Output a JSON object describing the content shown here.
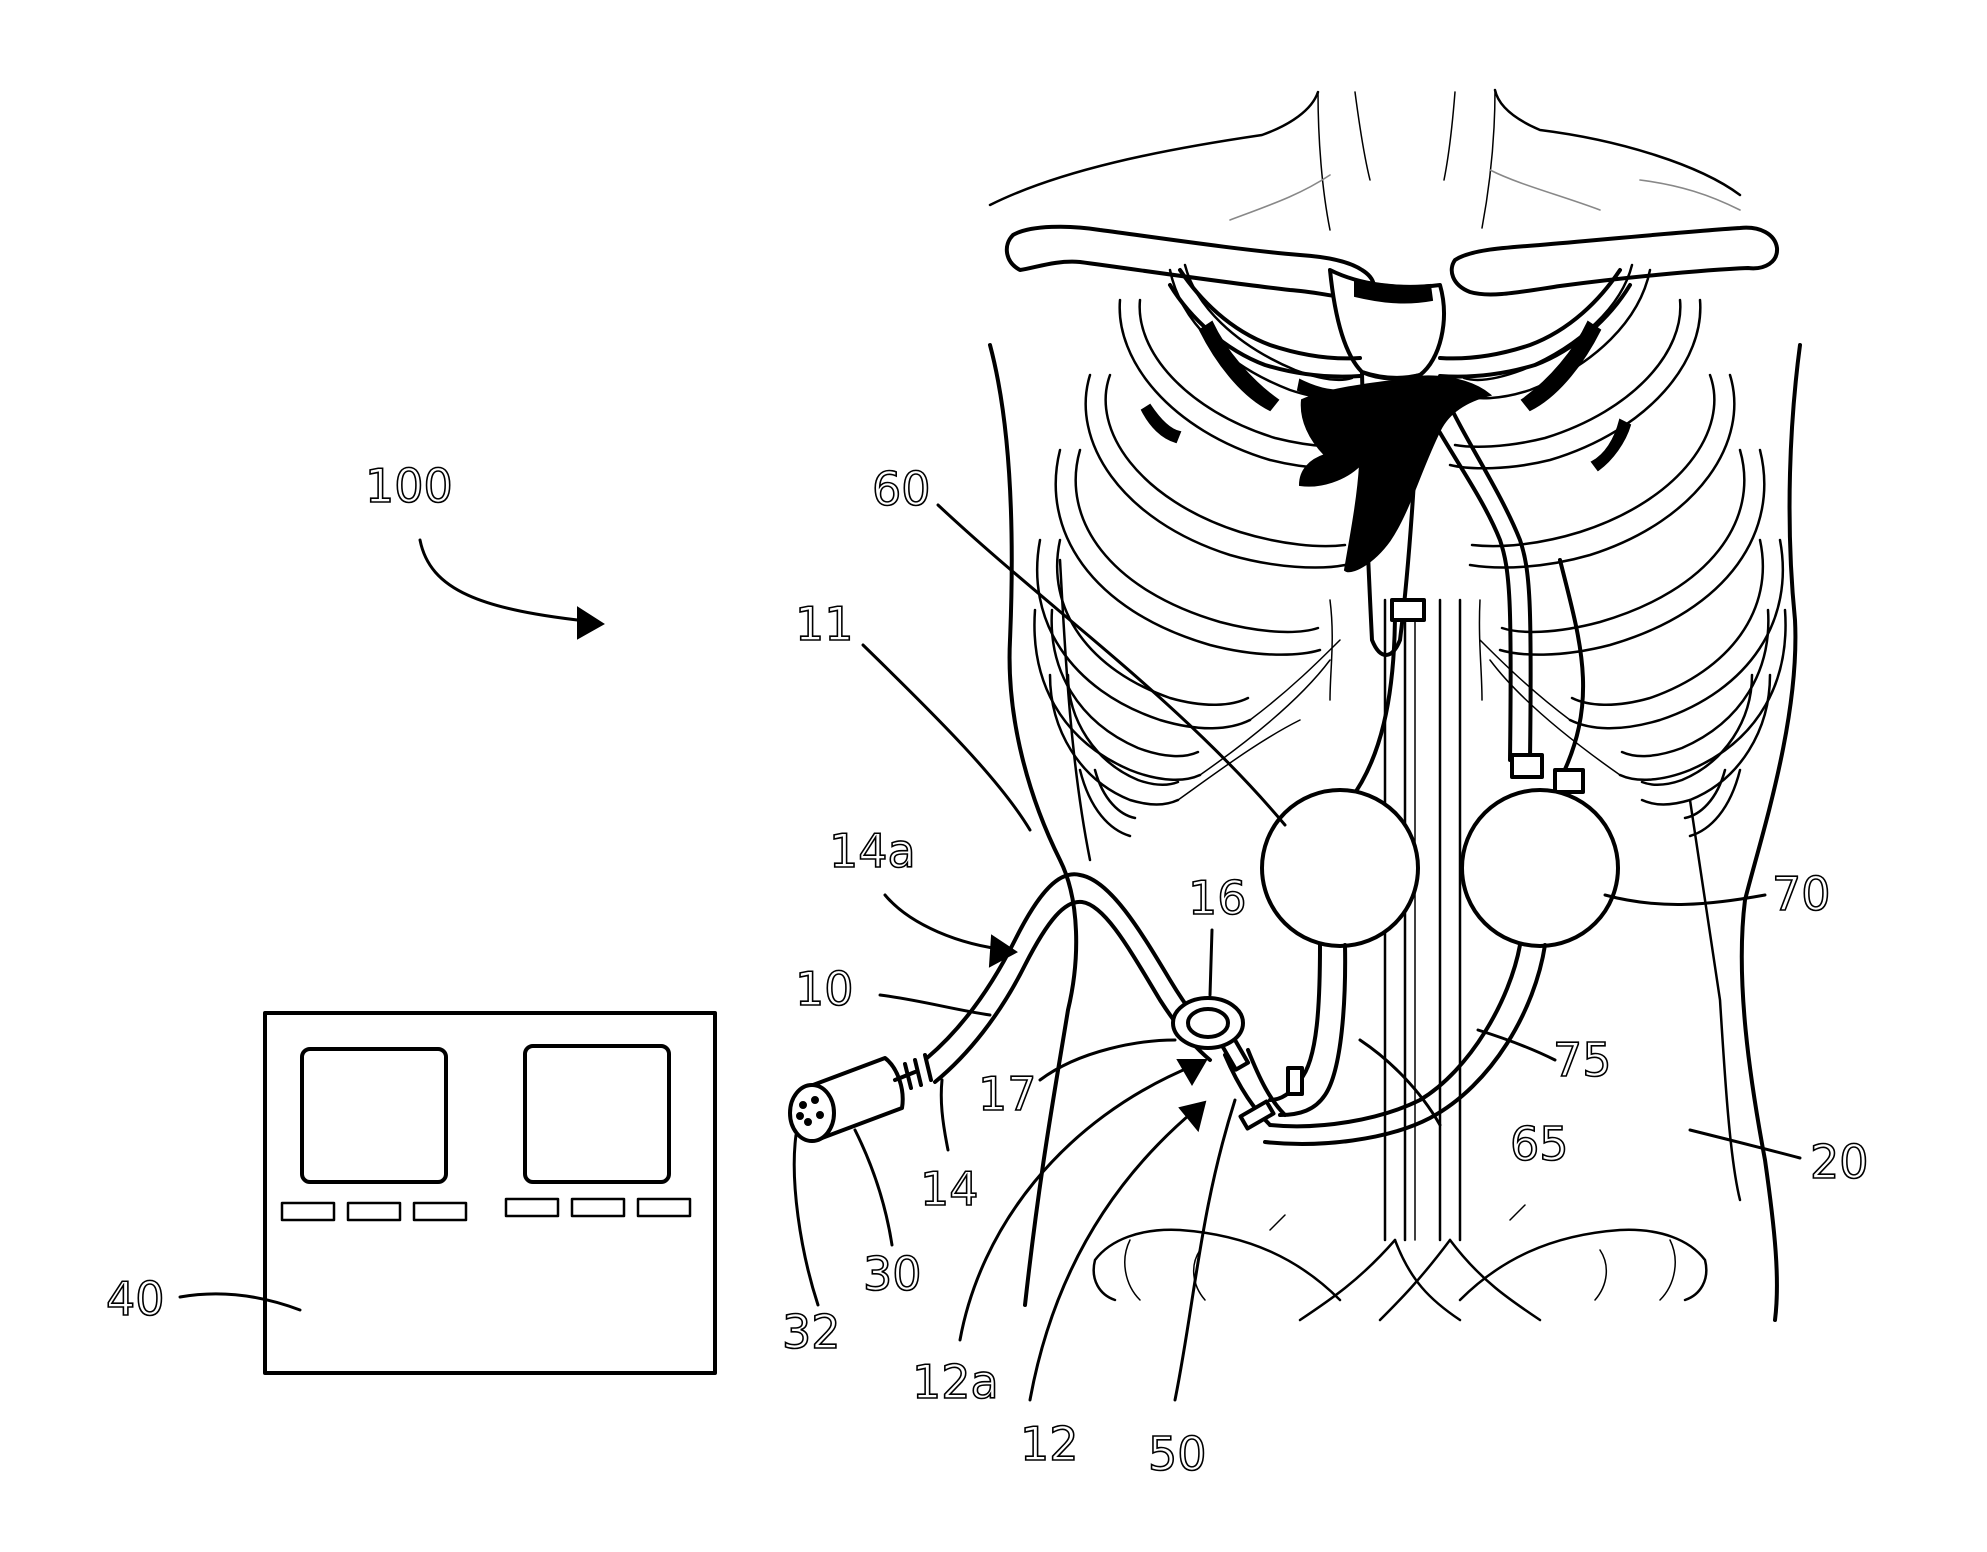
{
  "labels": {
    "system": "100",
    "catheter": "10",
    "sheath": "11",
    "tube_12": "12",
    "tube_12a": "12a",
    "proximal_14": "14",
    "proximal_14a": "14a",
    "port": "16",
    "port_ring": "17",
    "torso": "20",
    "connector": "30",
    "connector_pins": "32",
    "console": "40",
    "junction": "50",
    "balloon_left": "60",
    "line_65": "65",
    "balloon_right": "70",
    "line_75": "75"
  }
}
